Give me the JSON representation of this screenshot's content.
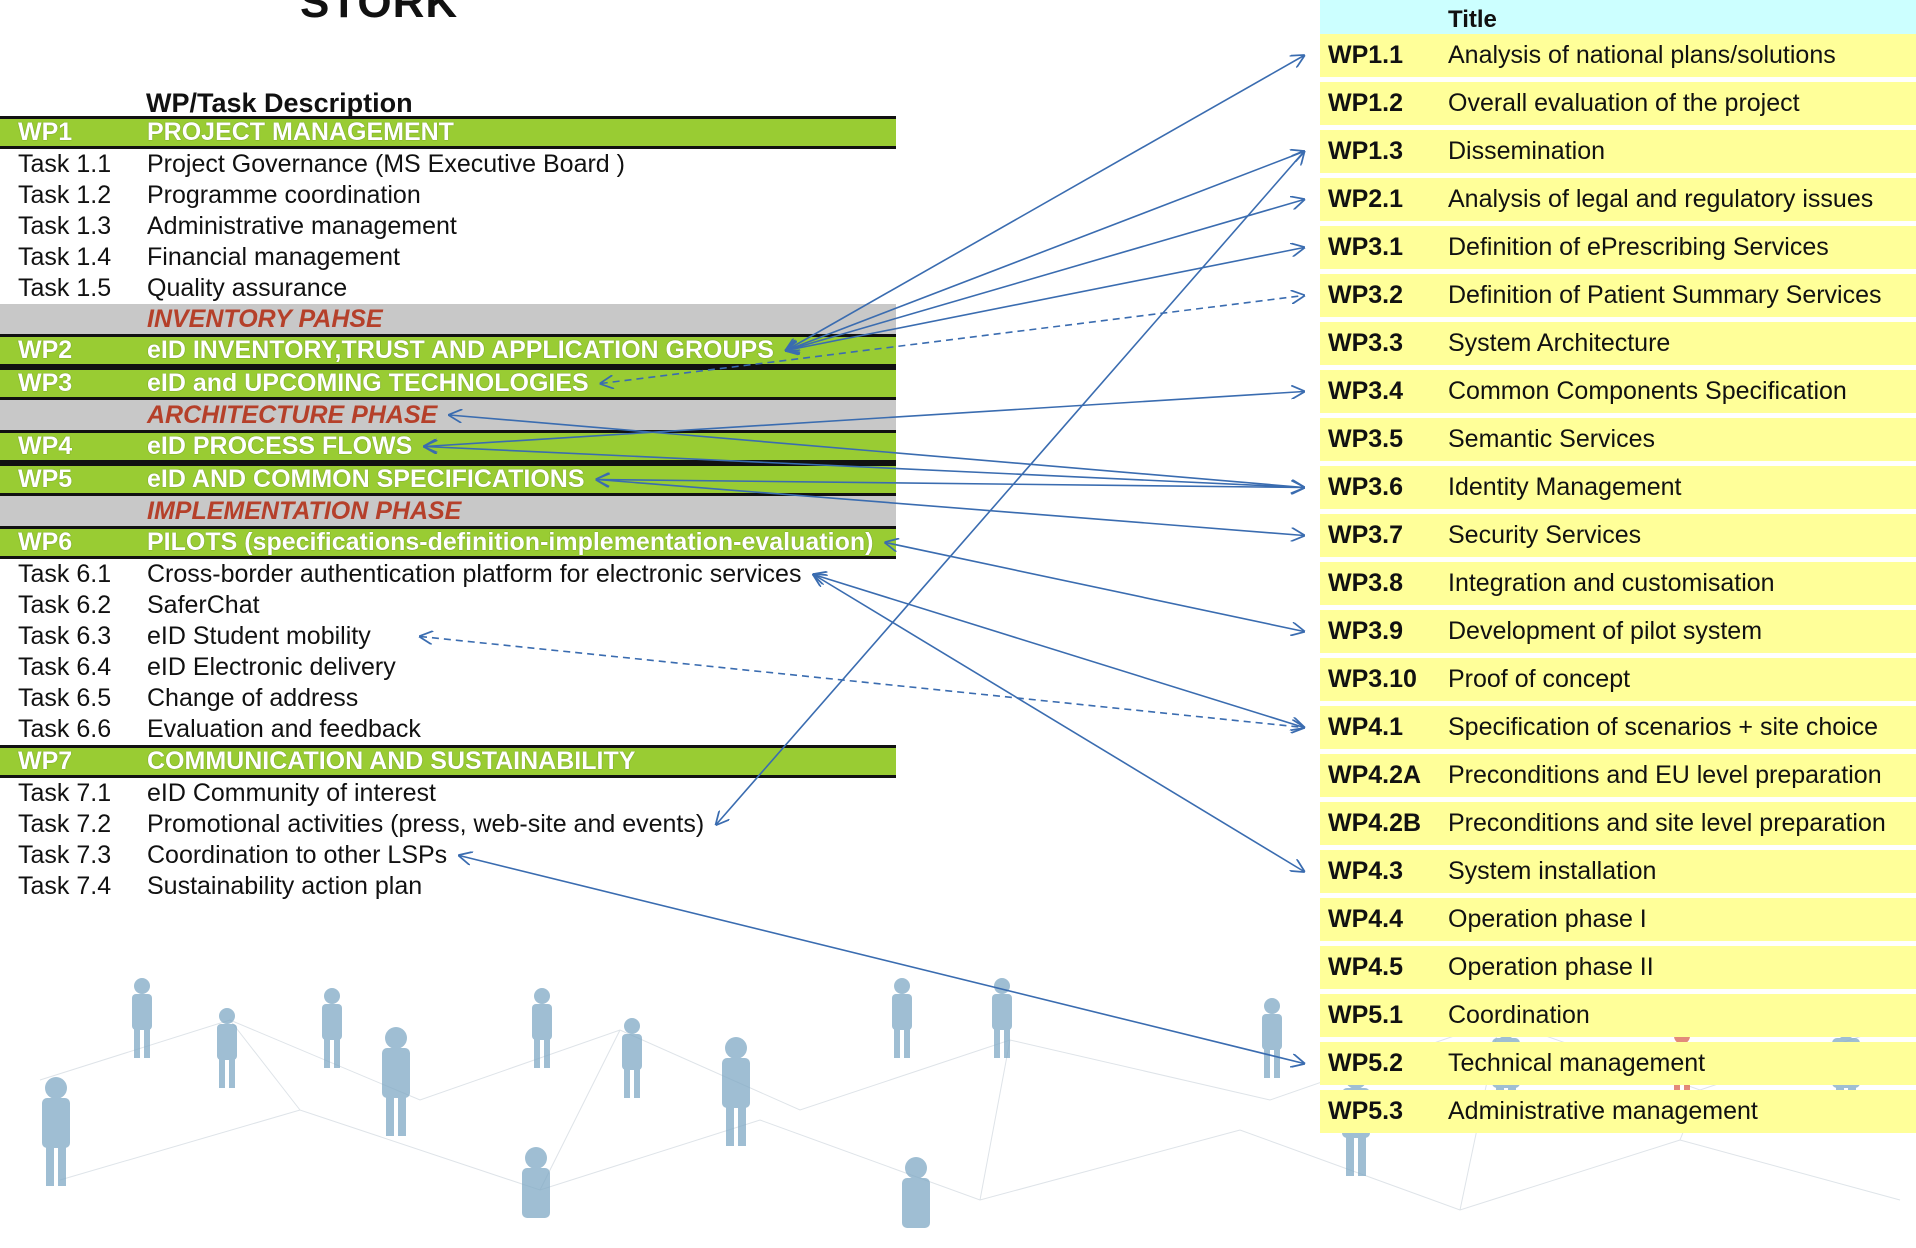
{
  "page_title": "STORK",
  "left_table": {
    "header": "WP/Task Description",
    "rows": [
      {
        "kind": "wp",
        "code": "WP1",
        "label": "PROJECT MANAGEMENT"
      },
      {
        "kind": "task",
        "code": "Task 1.1",
        "label": "Project Governance (MS Executive Board )"
      },
      {
        "kind": "task",
        "code": "Task 1.2",
        "label": "Programme coordination"
      },
      {
        "kind": "task",
        "code": "Task 1.3",
        "label": "Administrative management"
      },
      {
        "kind": "task",
        "code": "Task 1.4",
        "label": "Financial management"
      },
      {
        "kind": "task",
        "code": "Task 1.5",
        "label": "Quality assurance"
      },
      {
        "kind": "phase",
        "code": "",
        "label": "INVENTORY PAHSE"
      },
      {
        "kind": "wp",
        "code": "WP2",
        "label": "eID INVENTORY,TRUST AND APPLICATION GROUPS"
      },
      {
        "kind": "wp",
        "code": "WP3",
        "label": "eID and UPCOMING TECHNOLOGIES"
      },
      {
        "kind": "phase",
        "code": "",
        "label": "ARCHITECTURE PHASE"
      },
      {
        "kind": "wp",
        "code": "WP4",
        "label": "eID PROCESS FLOWS"
      },
      {
        "kind": "wp",
        "code": "WP5",
        "label": "eID AND COMMON SPECIFICATIONS"
      },
      {
        "kind": "phase",
        "code": "",
        "label": "IMPLEMENTATION PHASE"
      },
      {
        "kind": "wp",
        "code": "WP6",
        "label": "PILOTS (specifications-definition-implementation-evaluation)"
      },
      {
        "kind": "task",
        "code": "Task 6.1",
        "label": "Cross-border authentication platform for electronic services"
      },
      {
        "kind": "task",
        "code": "Task 6.2",
        "label": "SaferChat"
      },
      {
        "kind": "task",
        "code": "Task 6.3",
        "label": "eID Student mobility"
      },
      {
        "kind": "task",
        "code": "Task 6.4",
        "label": "eID Electronic delivery"
      },
      {
        "kind": "task",
        "code": "Task 6.5",
        "label": "Change of address"
      },
      {
        "kind": "task",
        "code": "Task 6.6",
        "label": "Evaluation and feedback"
      },
      {
        "kind": "wp",
        "code": "WP7",
        "label": "COMMUNICATION AND SUSTAINABILITY"
      },
      {
        "kind": "task",
        "code": "Task 7.1",
        "label": "eID Community of interest"
      },
      {
        "kind": "task",
        "code": "Task 7.2",
        "label": "Promotional activities (press, web-site and events)"
      },
      {
        "kind": "task",
        "code": "Task 7.3",
        "label": "Coordination to other LSPs"
      },
      {
        "kind": "task",
        "code": "Task 7.4",
        "label": "Sustainability action plan"
      }
    ]
  },
  "right_table": {
    "header": "Title",
    "rows": [
      {
        "id": "WP1.1",
        "title": "Analysis of national plans/solutions"
      },
      {
        "id": "WP1.2",
        "title": "Overall evaluation of the project"
      },
      {
        "id": "WP1.3",
        "title": "Dissemination"
      },
      {
        "id": "WP2.1",
        "title": "Analysis of legal and regulatory issues"
      },
      {
        "id": "WP3.1",
        "title": "Definition of ePrescribing Services"
      },
      {
        "id": "WP3.2",
        "title": "Definition of Patient Summary Services"
      },
      {
        "id": "WP3.3",
        "title": "System Architecture"
      },
      {
        "id": "WP3.4",
        "title": "Common Components Specification"
      },
      {
        "id": "WP3.5",
        "title": "Semantic Services"
      },
      {
        "id": "WP3.6",
        "title": "Identity Management"
      },
      {
        "id": "WP3.7",
        "title": "Security Services"
      },
      {
        "id": "WP3.8",
        "title": "Integration and customisation"
      },
      {
        "id": "WP3.9",
        "title": "Development of pilot system"
      },
      {
        "id": "WP3.10",
        "title": "Proof of concept"
      },
      {
        "id": "WP4.1",
        "title": "Specification of scenarios + site choice"
      },
      {
        "id": "WP4.2A",
        "title": "Preconditions and EU level preparation"
      },
      {
        "id": "WP4.2B",
        "title": "Preconditions and site level preparation"
      },
      {
        "id": "WP4.3",
        "title": "System installation"
      },
      {
        "id": "WP4.4",
        "title": "Operation phase I"
      },
      {
        "id": "WP4.5",
        "title": "Operation phase II"
      },
      {
        "id": "WP5.1",
        "title": "Coordination"
      },
      {
        "id": "WP5.2",
        "title": "Technical management"
      },
      {
        "id": "WP5.3",
        "title": "Administrative management"
      }
    ]
  },
  "colors": {
    "wp_band": "#99cc33",
    "phase_band": "#c8c8c8",
    "phase_text": "#b5402a",
    "right_row": "#ffff99",
    "right_header": "#ccffff",
    "arrow": "#3a6cb0"
  },
  "links": [
    {
      "from": "WP2",
      "to": "WP1.1",
      "style": "solid"
    },
    {
      "from": "WP2",
      "to": "WP1.3",
      "style": "solid"
    },
    {
      "from": "WP2",
      "to": "WP2.1",
      "style": "solid"
    },
    {
      "from": "WP2",
      "to": "WP3.1",
      "style": "solid"
    },
    {
      "from": "WP3",
      "to": "WP3.2",
      "style": "dashed"
    },
    {
      "from": "WP4",
      "to": "WP3.4",
      "style": "solid"
    },
    {
      "from": "ARCHITECTURE PHASE",
      "to": "WP3.6",
      "style": "solid"
    },
    {
      "from": "WP4",
      "to": "WP3.6",
      "style": "solid"
    },
    {
      "from": "WP5",
      "to": "WP3.6",
      "style": "solid"
    },
    {
      "from": "WP5",
      "to": "WP3.7",
      "style": "solid"
    },
    {
      "from": "WP6",
      "to": "WP3.9",
      "style": "solid"
    },
    {
      "from": "Task 6.1",
      "to": "WP4.1",
      "style": "solid"
    },
    {
      "from": "Task 6.1",
      "to": "WP4.3",
      "style": "solid"
    },
    {
      "from": "Task 6.3",
      "to": "WP4.1",
      "style": "dashed"
    },
    {
      "from": "Task 7.2",
      "to": "WP1.3",
      "style": "solid"
    },
    {
      "from": "Task 7.3",
      "to": "WP5.2",
      "style": "solid"
    }
  ]
}
